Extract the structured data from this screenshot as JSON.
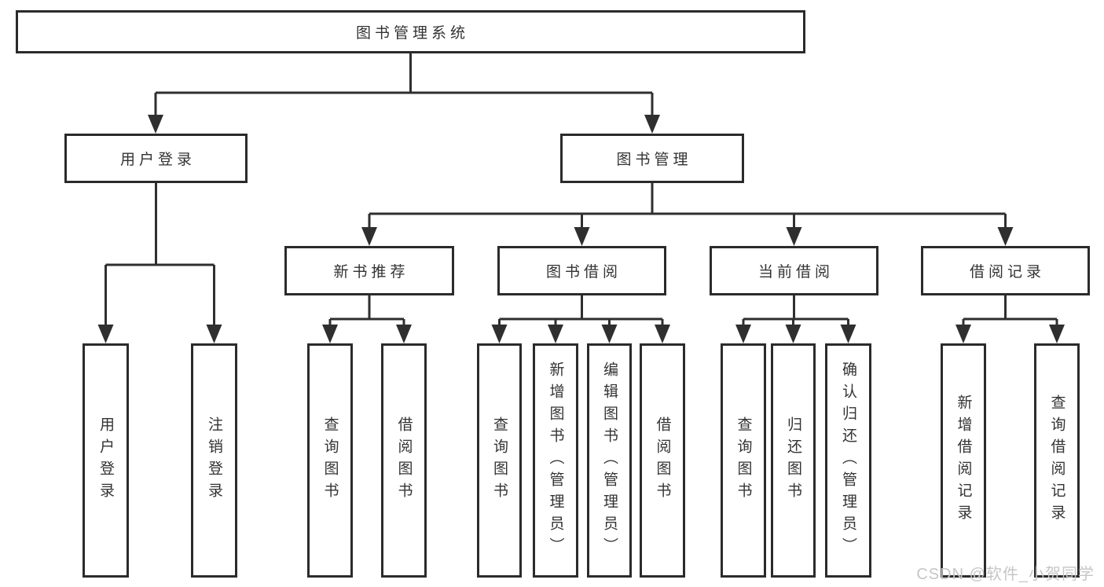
{
  "colors": {
    "line": "#2f2f2f",
    "box_border": "#2b2b2b",
    "text": "#333333",
    "watermark": "#c6c6c6",
    "bg": "#ffffff"
  },
  "nodes": {
    "root": {
      "label": "图书管理系统"
    },
    "level2": [
      {
        "label": "用户登录"
      },
      {
        "label": "图书管理"
      }
    ],
    "level3": [
      {
        "label": "新书推荐"
      },
      {
        "label": "图书借阅"
      },
      {
        "label": "当前借阅"
      },
      {
        "label": "借阅记录"
      }
    ],
    "leaves": [
      {
        "label": "用户登录"
      },
      {
        "label": "注销登录"
      },
      {
        "label": "查询图书"
      },
      {
        "label": "借阅图书"
      },
      {
        "label": "查询图书"
      },
      {
        "label": "新增图书（管理员）"
      },
      {
        "label": "编辑图书（管理员）"
      },
      {
        "label": "借阅图书"
      },
      {
        "label": "查询图书"
      },
      {
        "label": "归还图书"
      },
      {
        "label": "确认归还（管理员）"
      },
      {
        "label": "新增借阅记录"
      },
      {
        "label": "查询借阅记录"
      }
    ]
  },
  "watermark": {
    "text": "CSDN @软件_小贺同学"
  }
}
